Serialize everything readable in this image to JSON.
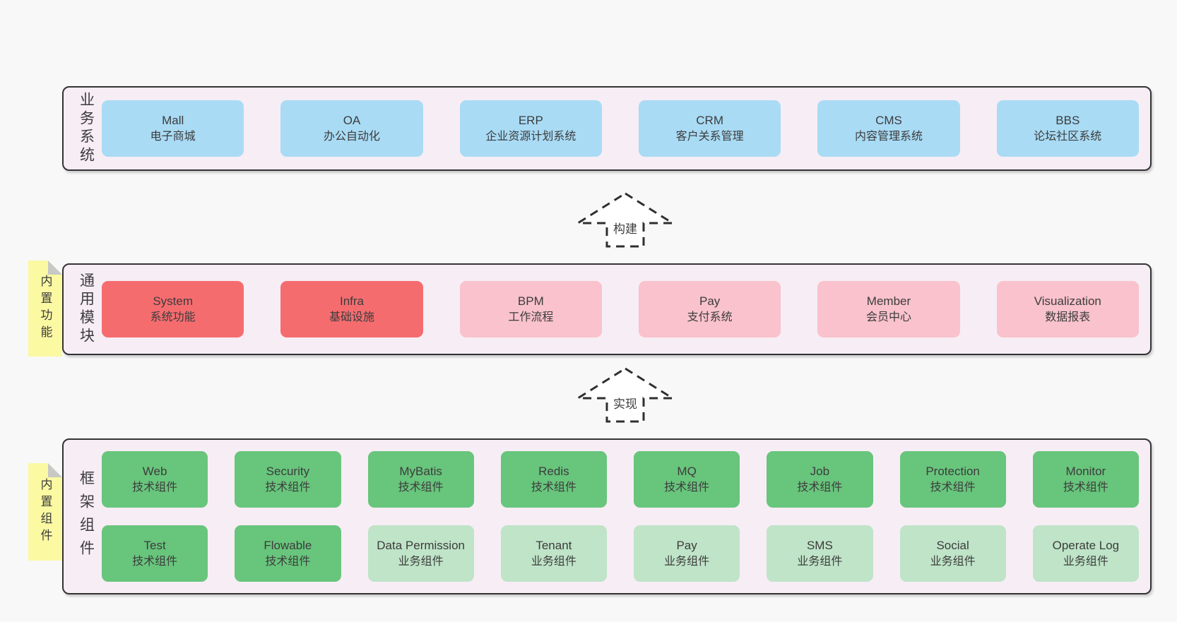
{
  "colors": {
    "page_bg": "#f8f8f8",
    "container_bg": "#f7edf5",
    "container_border": "#333333",
    "text": "#3c3c3c",
    "arrow_stroke": "#2f2f2f",
    "sticky_bg": "#fbf9a2",
    "sticky_fold": "#c8c8c6",
    "blue": "#a9dbf5",
    "red": "#f56c6f",
    "pink": "#f9c2cc",
    "green": "#68c57c",
    "green_light": "#bfe4c8"
  },
  "arrows": [
    {
      "id": "build",
      "label": "构建"
    },
    {
      "id": "implement",
      "label": "实现"
    }
  ],
  "layers": [
    {
      "id": "business-systems",
      "label": "业务系统",
      "rows": [
        [
          {
            "name": "Mall",
            "subtitle": "电子商城",
            "variant": "blue"
          },
          {
            "name": "OA",
            "subtitle": "办公自动化",
            "variant": "blue"
          },
          {
            "name": "ERP",
            "subtitle": "企业资源计划系统",
            "variant": "blue"
          },
          {
            "name": "CRM",
            "subtitle": "客户关系管理",
            "variant": "blue"
          },
          {
            "name": "CMS",
            "subtitle": "内容管理系统",
            "variant": "blue"
          },
          {
            "name": "BBS",
            "subtitle": "论坛社区系统",
            "variant": "blue"
          }
        ]
      ]
    },
    {
      "id": "common-modules",
      "label": "通用模块",
      "sticky": "内置功能",
      "rows": [
        [
          {
            "name": "System",
            "subtitle": "系统功能",
            "variant": "red"
          },
          {
            "name": "Infra",
            "subtitle": "基础设施",
            "variant": "red"
          },
          {
            "name": "BPM",
            "subtitle": "工作流程",
            "variant": "pink"
          },
          {
            "name": "Pay",
            "subtitle": "支付系统",
            "variant": "pink"
          },
          {
            "name": "Member",
            "subtitle": "会员中心",
            "variant": "pink"
          },
          {
            "name": "Visualization",
            "subtitle": "数据报表",
            "variant": "pink"
          }
        ]
      ]
    },
    {
      "id": "framework-components",
      "label": "框架组件",
      "sticky": "内置组件",
      "rows": [
        [
          {
            "name": "Web",
            "subtitle": "技术组件",
            "variant": "green"
          },
          {
            "name": "Security",
            "subtitle": "技术组件",
            "variant": "green"
          },
          {
            "name": "MyBatis",
            "subtitle": "技术组件",
            "variant": "green"
          },
          {
            "name": "Redis",
            "subtitle": "技术组件",
            "variant": "green"
          },
          {
            "name": "MQ",
            "subtitle": "技术组件",
            "variant": "green"
          },
          {
            "name": "Job",
            "subtitle": "技术组件",
            "variant": "green"
          },
          {
            "name": "Protection",
            "subtitle": "技术组件",
            "variant": "green"
          },
          {
            "name": "Monitor",
            "subtitle": "技术组件",
            "variant": "green"
          }
        ],
        [
          {
            "name": "Test",
            "subtitle": "技术组件",
            "variant": "green"
          },
          {
            "name": "Flowable",
            "subtitle": "技术组件",
            "variant": "green"
          },
          {
            "name": "Data Permission",
            "subtitle": "业务组件",
            "variant": "green_light"
          },
          {
            "name": "Tenant",
            "subtitle": "业务组件",
            "variant": "green_light"
          },
          {
            "name": "Pay",
            "subtitle": "业务组件",
            "variant": "green_light"
          },
          {
            "name": "SMS",
            "subtitle": "业务组件",
            "variant": "green_light"
          },
          {
            "name": "Social",
            "subtitle": "业务组件",
            "variant": "green_light"
          },
          {
            "name": "Operate Log",
            "subtitle": "业务组件",
            "variant": "green_light"
          }
        ]
      ]
    }
  ]
}
